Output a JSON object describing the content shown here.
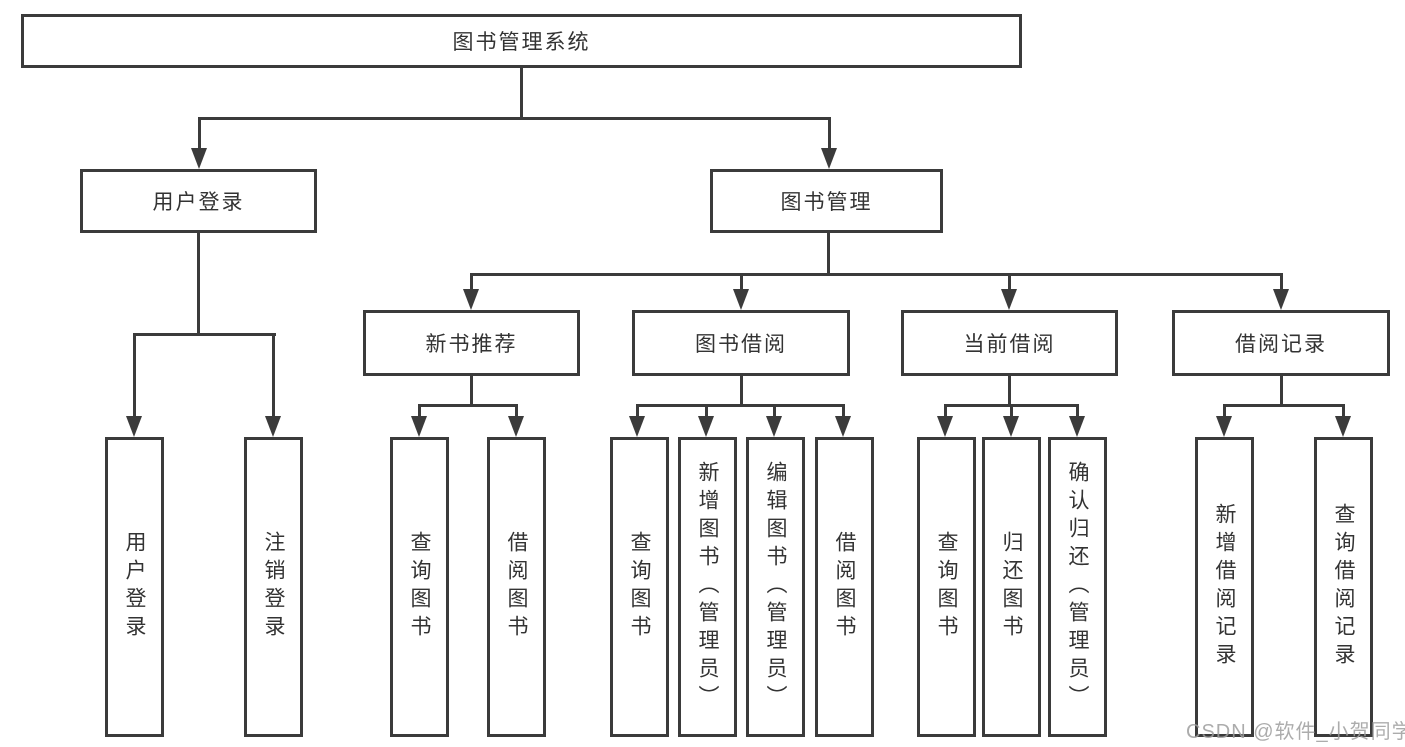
{
  "diagram": {
    "root": {
      "label": "图书管理系统",
      "children": [
        {
          "label": "用户登录",
          "children": [
            {
              "label": "用户登录"
            },
            {
              "label": "注销登录"
            }
          ]
        },
        {
          "label": "图书管理",
          "children": [
            {
              "label": "新书推荐",
              "children": [
                {
                  "label": "查询图书"
                },
                {
                  "label": "借阅图书"
                }
              ]
            },
            {
              "label": "图书借阅",
              "children": [
                {
                  "label": "查询图书"
                },
                {
                  "label": "新增图书（管理员）"
                },
                {
                  "label": "编辑图书（管理员）"
                },
                {
                  "label": "借阅图书"
                }
              ]
            },
            {
              "label": "当前借阅",
              "children": [
                {
                  "label": "查询图书"
                },
                {
                  "label": "归还图书"
                },
                {
                  "label": "确认归还（管理员）"
                }
              ]
            },
            {
              "label": "借阅记录",
              "children": [
                {
                  "label": "新增借阅记录"
                },
                {
                  "label": "查询借阅记录"
                }
              ]
            }
          ]
        }
      ]
    }
  },
  "watermark": {
    "text": "CSDN @软件_小贺同学"
  },
  "colors": {
    "line": "#3b3b3b",
    "text": "#333333",
    "box_background": "#ffffff",
    "page_background": "#ffffff",
    "watermark": "#9e9e9e"
  }
}
